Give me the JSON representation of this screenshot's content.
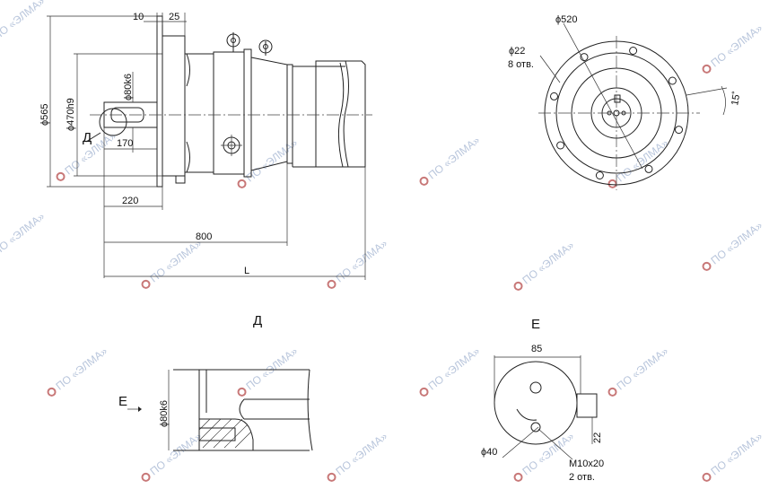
{
  "labels": {
    "d565": "ϕ565",
    "d470": "ϕ470h9",
    "d80k6": "ϕ80k6",
    "len10": "10",
    "len25": "25",
    "len170": "170",
    "len220": "220",
    "len800": "800",
    "lenL": "L",
    "markD": "Д",
    "d520": "ϕ520",
    "d22": "ϕ22",
    "holes8": "8 отв.",
    "angle15": "15˚",
    "viewD": "Д",
    "viewE": "Е",
    "arrowE": "Е",
    "d80k6_b": "ϕ80k6",
    "w85": "85",
    "w22": "22",
    "d40": "ϕ40",
    "m10": "M10x20",
    "holes2": "2 отв."
  },
  "watermark": {
    "text": "ПО «ЭЛМА»",
    "color": "#b9c6dc",
    "logo_color": "#c87878"
  }
}
